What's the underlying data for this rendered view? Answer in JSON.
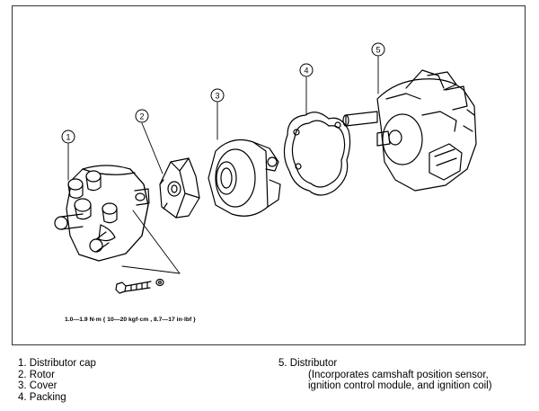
{
  "callouts": [
    "1",
    "2",
    "3",
    "4",
    "5"
  ],
  "torque_spec": "1.0—1.9 N·m { 10—20 kgf·cm , 8.7—17 in·lbf }",
  "legend": {
    "left": [
      "1.  Distributor cap",
      "2.  Rotor",
      "3.  Cover",
      "4.  Packing"
    ],
    "right_title": "5.  Distributor",
    "right_note": [
      "(Incorporates camshaft position sensor,",
      "ignition control module, and ignition coil)"
    ]
  }
}
